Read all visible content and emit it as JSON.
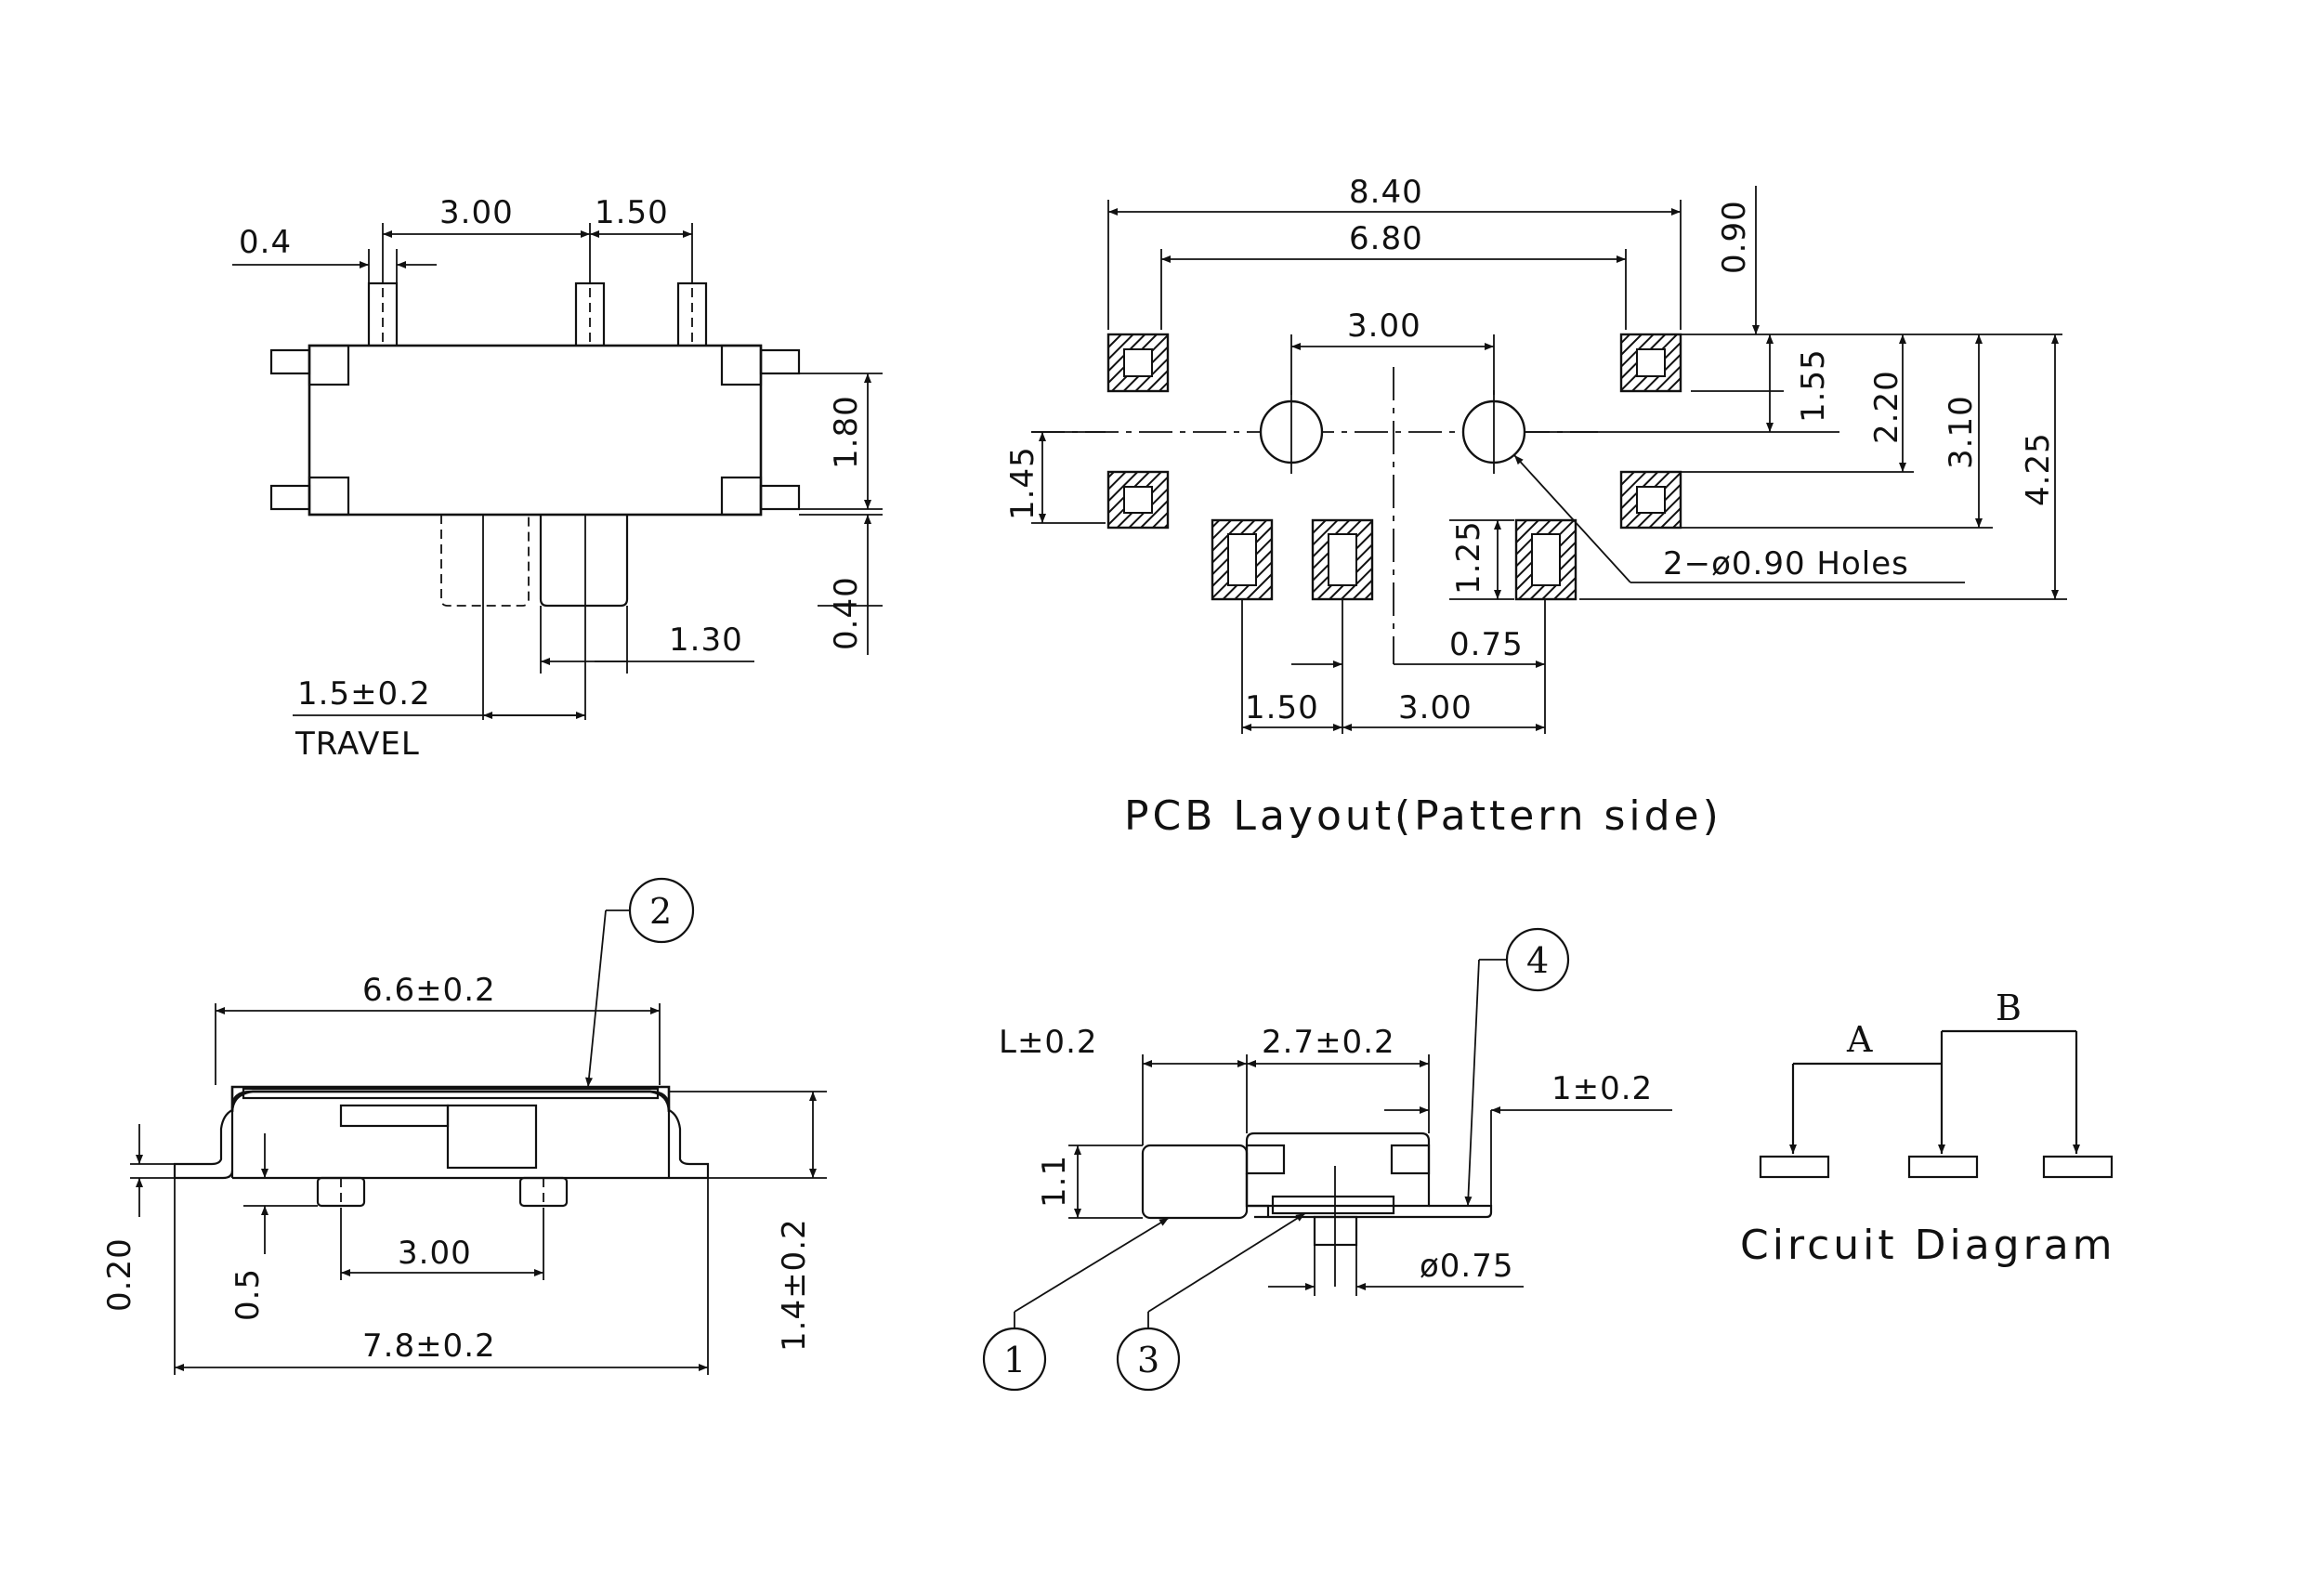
{
  "top_view": {
    "dim_pin_width": "0.4",
    "dim_pitch_main": "3.00",
    "dim_pitch_side": "1.50",
    "dim_height": "1.80",
    "dim_actuator": "0.40",
    "dim_actuator_width": "1.30",
    "travel_value": "1.5±0.2",
    "travel_label": "TRAVEL"
  },
  "pcb_layout": {
    "dim_outer_width": "8.40",
    "dim_inner_width": "6.80",
    "dim_hole_pitch": "3.00",
    "dim_top_offset": "0.90",
    "dim_v_1_55": "1.55",
    "dim_v_2_20": "2.20",
    "dim_v_3_10": "3.10",
    "dim_v_4_25": "4.25",
    "dim_v_1_45": "1.45",
    "dim_v_1_25": "1.25",
    "dim_0_75": "0.75",
    "dim_bottom_1_50": "1.50",
    "dim_bottom_3_00": "3.00",
    "holes_note": "2−ø0.90  Holes",
    "caption": "PCB  Layout(Pattern  side)"
  },
  "side_view": {
    "part_callout": "2",
    "dim_body_length": "6.6±0.2",
    "dim_overall_length": "7.8±0.2",
    "dim_post_pitch": "3.00",
    "dim_thickness": "0.20",
    "dim_standoff": "0.5",
    "dim_total_height": "1.4±0.2"
  },
  "end_view": {
    "dim_lever_length": "L±0.2",
    "dim_body_width": "2.7±0.2",
    "dim_terminal": "1±0.2",
    "dim_lever_height": "1.1",
    "dim_post_diameter": "ø0.75",
    "callout_1": "1",
    "callout_3": "3",
    "callout_4": "4"
  },
  "circuit": {
    "label_a": "A",
    "label_b": "B",
    "caption": "Circuit  Diagram"
  }
}
